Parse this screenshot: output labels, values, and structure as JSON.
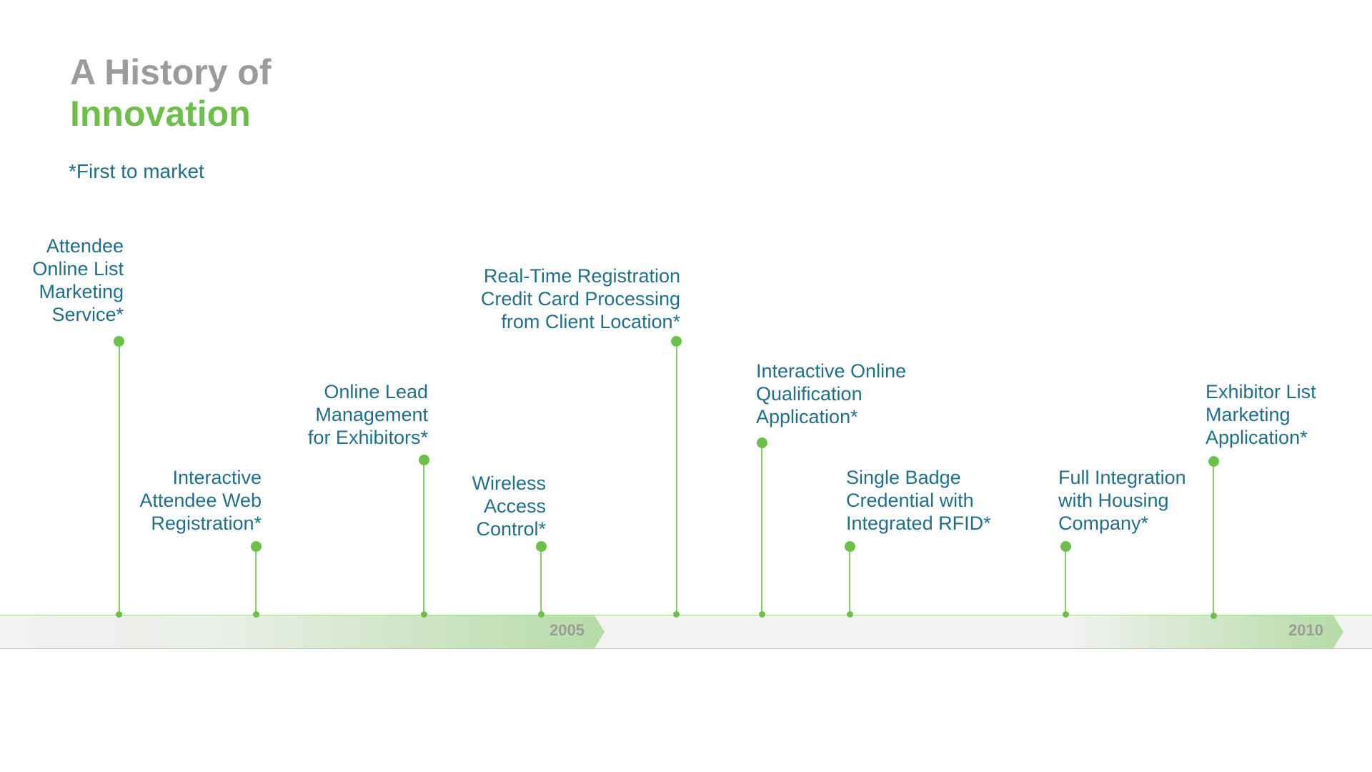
{
  "title": {
    "line1": "A History of",
    "line2": "Innovation"
  },
  "footnote": "*First to market",
  "timeline": {
    "years": [
      "2005",
      "2010"
    ],
    "events": [
      {
        "label": "Attendee\nOnline List\nMarketing\nService*"
      },
      {
        "label": "Interactive\nAttendee Web\nRegistration*"
      },
      {
        "label": "Online Lead\nManagement\nfor Exhibitors*"
      },
      {
        "label": "Wireless\nAccess\nControl*"
      },
      {
        "label": "Real-Time Registration\nCredit Card Processing\nfrom Client Location*"
      },
      {
        "label": "Interactive Online\nQualification\nApplication*"
      },
      {
        "label": "Single Badge\nCredential with\nIntegrated RFID*"
      },
      {
        "label": "Full Integration\nwith Housing\nCompany*"
      },
      {
        "label": "Exhibitor List\nMarketing\nApplication*"
      }
    ]
  },
  "colors": {
    "accent_green": "#6cc04a",
    "text_blue": "#1f6f8b",
    "title_gray": "#9b9b9b"
  }
}
